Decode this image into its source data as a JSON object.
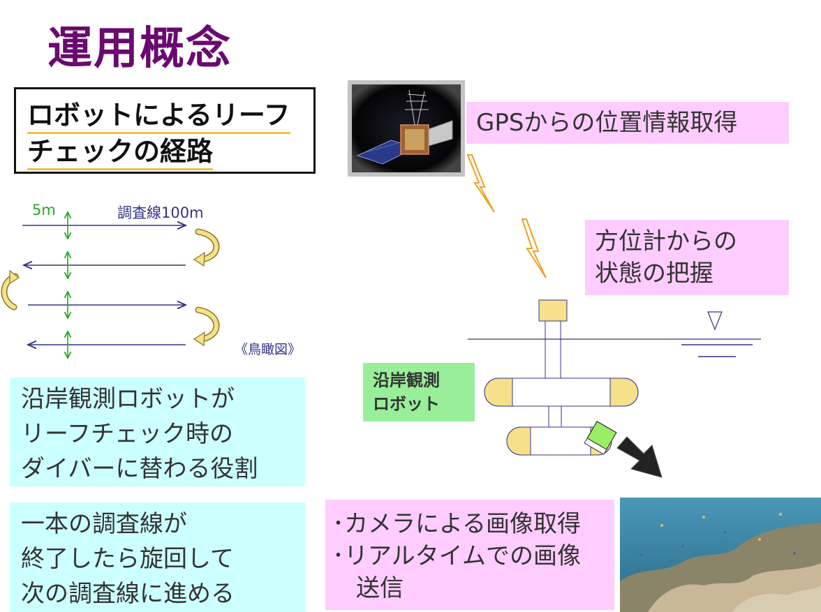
{
  "slide": {
    "title": "運用概念",
    "route_box": {
      "lines": [
        "ロボットによるリーフ",
        "チェックの経路"
      ]
    },
    "diagram": {
      "dim_5m": "5m",
      "dim_line": "調査線100m",
      "birdseye": "《鳥瞰図》"
    },
    "role_box": {
      "lines": [
        "沿岸観測ロボットが",
        "リーフチェック時の",
        "ダイバーに替わる役割"
      ]
    },
    "turn_box": {
      "lines": [
        "一本の調査線が",
        "終了したら旋回して",
        "次の調査線に進める"
      ]
    },
    "gps_box": "GPSからの位置情報取得",
    "compass_box": {
      "lines": [
        "方位計からの",
        "状態の把握"
      ]
    },
    "robot_label": {
      "lines": [
        "沿岸観測",
        "ロボット"
      ]
    },
    "camera_box": {
      "lines": [
        "･カメラによる画像取得",
        "･リアルタイムでの画像",
        "　送信"
      ]
    }
  },
  "colors": {
    "title": "#6a0a6e",
    "cyan_box": "#ccffff",
    "pink_box": "#ffccff",
    "green_label": "#99ee99",
    "float_yellow": "#f6e08a",
    "arrow_navy": "#333388",
    "arrow_green": "#22aa22",
    "lightning": "#f0a020"
  },
  "icons": [
    "satellite-image",
    "lightning-icon",
    "turn-arrow-icon",
    "water-level-icon",
    "reef-photo"
  ]
}
